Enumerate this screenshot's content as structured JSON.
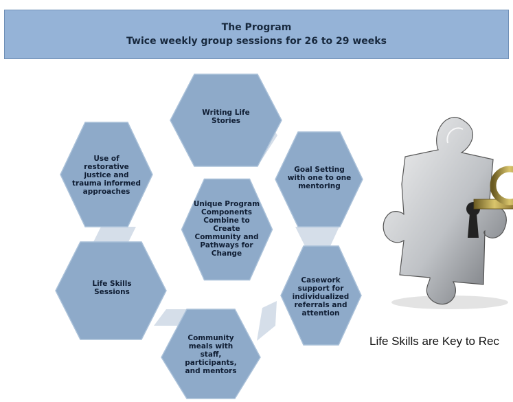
{
  "banner": {
    "title": "The Program",
    "subtitle": "Twice weekly group sessions for 26 to 29 weeks"
  },
  "hexagons": {
    "center": "Unique Program Components Combine to Create Community and Pathways for Change",
    "top": "Writing Life Stories",
    "upper_right": "Goal Setting with one to one mentoring",
    "lower_right": "Casework support for individualized referrals and attention",
    "bottom": "Community meals with staff, participants, and mentors",
    "lower_left": "Life Skills Sessions",
    "upper_left": "Use of restorative justice and trauma informed approaches"
  },
  "image": {
    "caption": "Life Skills are Key to Rec"
  },
  "colors": {
    "banner": "#95b3d7",
    "hexagon": "#8eaac9",
    "connector": "#d5dee9",
    "text": "#0f1d33"
  }
}
